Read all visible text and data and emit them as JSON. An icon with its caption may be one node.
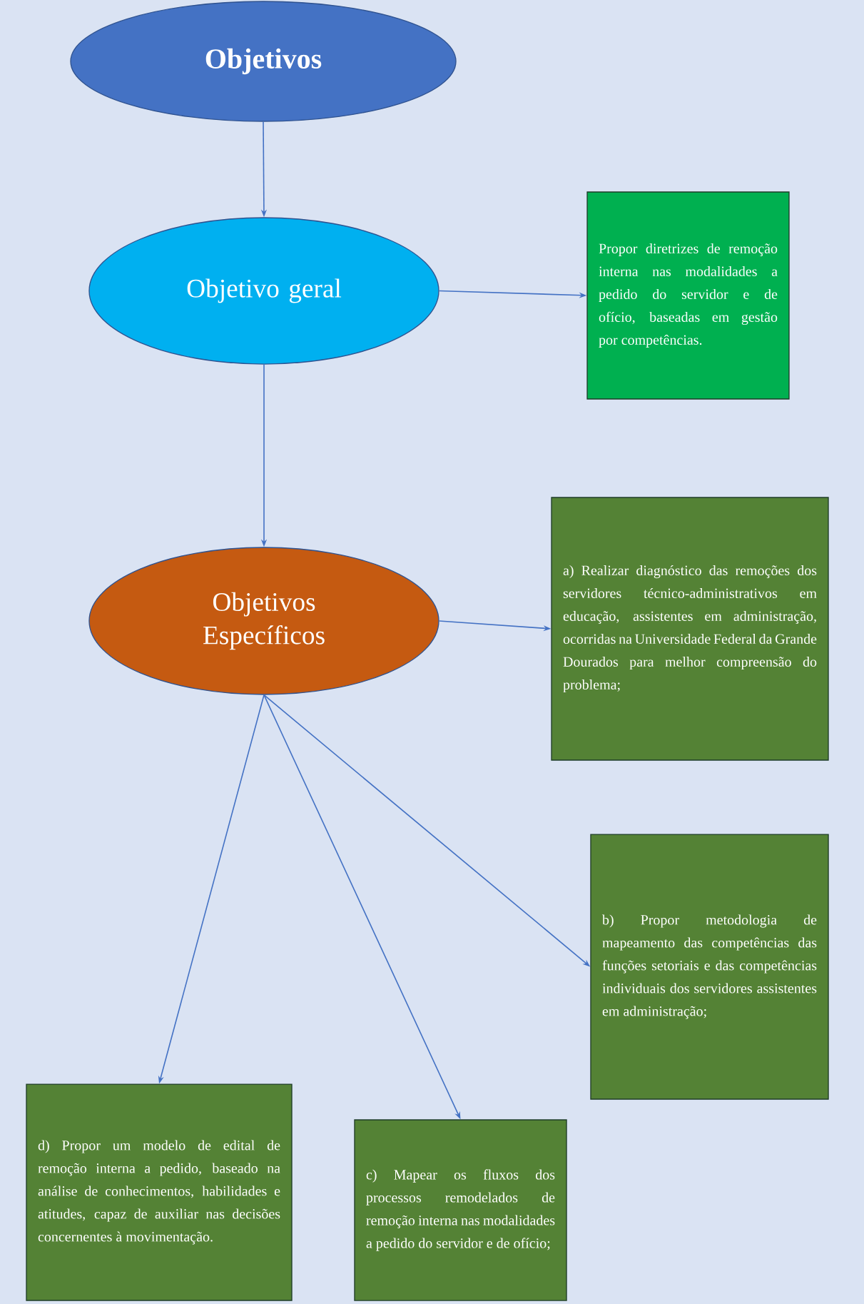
{
  "diagram": {
    "nodes": [
      {
        "text": [
          "Objetivos"
        ]
      },
      {
        "text": [
          "Objetivo geral"
        ]
      },
      {
        "text": [
          "Propor diretrizes de remoção interna nas modalidades a pedido do servidor e de ofício, baseadas em gestão por competências."
        ]
      },
      {
        "text": [
          "Objetivos Específicos"
        ]
      },
      {
        "text": [
          "a) Realizar diagnóstico das remoções dos servidores técnico-administrativos em educação, assistentes em administração, ocorridas na Universidade Federal da Grande Dourados para melhor compreensão do problema;"
        ]
      },
      {
        "text": [
          "b) Propor metodologia de mapeamento das competências das funções setoriais e das competências individuais dos servidores assistentes em administração;"
        ]
      },
      {
        "text": [
          "c) Mapear os fluxos dos processos remodelados de remoção interna nas modalidades a pedido do servidor e de ofício;"
        ]
      },
      {
        "text": [
          "d) Propor um modelo de edital de remoção interna a pedido, baseado na análise de conhecimentos, habilidades e atitudes, capaz de auxiliar nas decisões concernentes à movimentação."
        ]
      }
    ],
    "edges": [
      {
        "from": 0,
        "to": 1,
        "arrow": "to"
      },
      {
        "from": 1,
        "to": 2,
        "arrow": "to"
      },
      {
        "from": 1,
        "to": 3,
        "arrow": "to"
      },
      {
        "from": 3,
        "to": 4,
        "arrow": "to"
      },
      {
        "from": 3,
        "to": 5,
        "arrow": "to"
      },
      {
        "from": 3,
        "to": 6,
        "arrow": "to"
      },
      {
        "from": 3,
        "to": 7,
        "arrow": "to"
      }
    ]
  }
}
